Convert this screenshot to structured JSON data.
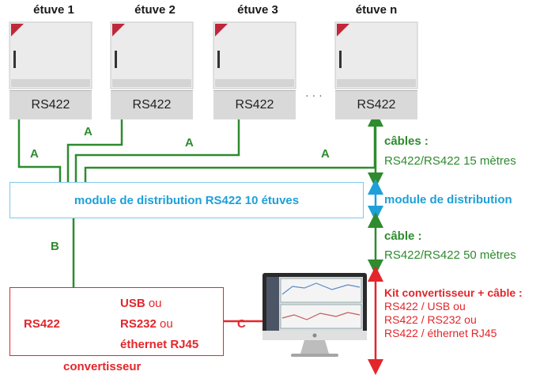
{
  "chambers": [
    {
      "name": "étuve 1",
      "port": "RS422"
    },
    {
      "name": "étuve 2",
      "port": "RS422"
    },
    {
      "name": "étuve 3",
      "port": "RS422"
    },
    {
      "name": "étuve n",
      "port": "RS422"
    }
  ],
  "ellipsis": "· · ·",
  "cable_labels": {
    "a1": "A",
    "a2": "A",
    "a3": "A",
    "a4": "A",
    "b": "B",
    "c": "C"
  },
  "distribution_module": "module de distribution RS422 10 étuves",
  "converter": {
    "input": "RS422",
    "usb": "USB",
    "usb_suffix": " ou",
    "rs232": "RS232",
    "rs232_suffix": " ou",
    "ethernet": "éthernet RJ45",
    "caption": "convertisseur"
  },
  "legend": {
    "cables_title": "câbles :",
    "cables_desc": "RS422/RS422 15 mètres",
    "module_title": "module de distribution",
    "cable_title": "câble :",
    "cable_desc": "RS422/RS422 50 mètres",
    "kit_title": "Kit convertisseur + câble :",
    "kit_line1": "RS422 / USB ou",
    "kit_line2": "RS422 / RS232 ou",
    "kit_line3": "RS422 / éthernet RJ45"
  },
  "colors": {
    "green": "#2e8b2e",
    "blue": "#1ea0d8",
    "red": "#e3262b",
    "chamber_body": "#e8e8e8",
    "chamber_door": "#c0283a"
  }
}
